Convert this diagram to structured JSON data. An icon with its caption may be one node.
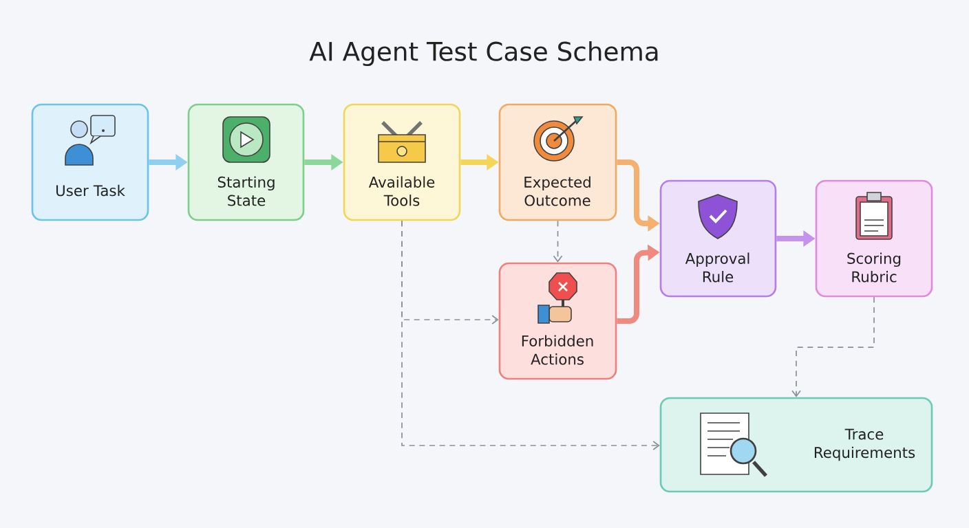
{
  "diagram": {
    "title": "AI Agent Test Case Schema",
    "nodes": [
      {
        "text": [
          "User Task"
        ]
      },
      {
        "text": [
          "Starting State"
        ]
      },
      {
        "text": [
          "Available Tools"
        ]
      },
      {
        "text": [
          "Expected Outcome"
        ]
      },
      {
        "text": [
          "Forbidden Actions"
        ]
      },
      {
        "text": [
          "Approval Rule"
        ]
      },
      {
        "text": [
          "Scoring Rubric"
        ]
      },
      {
        "text": [
          "Trace Requirements"
        ]
      }
    ],
    "edges": [
      {
        "from": 0,
        "to": 1,
        "arrow": "to",
        "color": "#8fd0f0"
      },
      {
        "from": 1,
        "to": 2,
        "arrow": "to",
        "color": "#8cd89a"
      },
      {
        "from": 2,
        "to": 3,
        "arrow": "to",
        "color": "#f5d45a"
      },
      {
        "from": 3,
        "to": 5,
        "arrow": "to",
        "color": "#f5b070"
      },
      {
        "from": 4,
        "to": 5,
        "arrow": "to",
        "color": "#f08a80"
      },
      {
        "from": 5,
        "to": 6,
        "arrow": "to",
        "color": "#c592ee"
      },
      {
        "from": 3,
        "to": 4,
        "arrow": "to",
        "style": "dashed"
      },
      {
        "from": 2,
        "to": 4,
        "arrow": "to",
        "style": "dashed"
      },
      {
        "from": 2,
        "to": 7,
        "arrow": "to",
        "style": "dashed"
      },
      {
        "from": 6,
        "to": 7,
        "arrow": "to",
        "style": "dashed"
      }
    ]
  }
}
